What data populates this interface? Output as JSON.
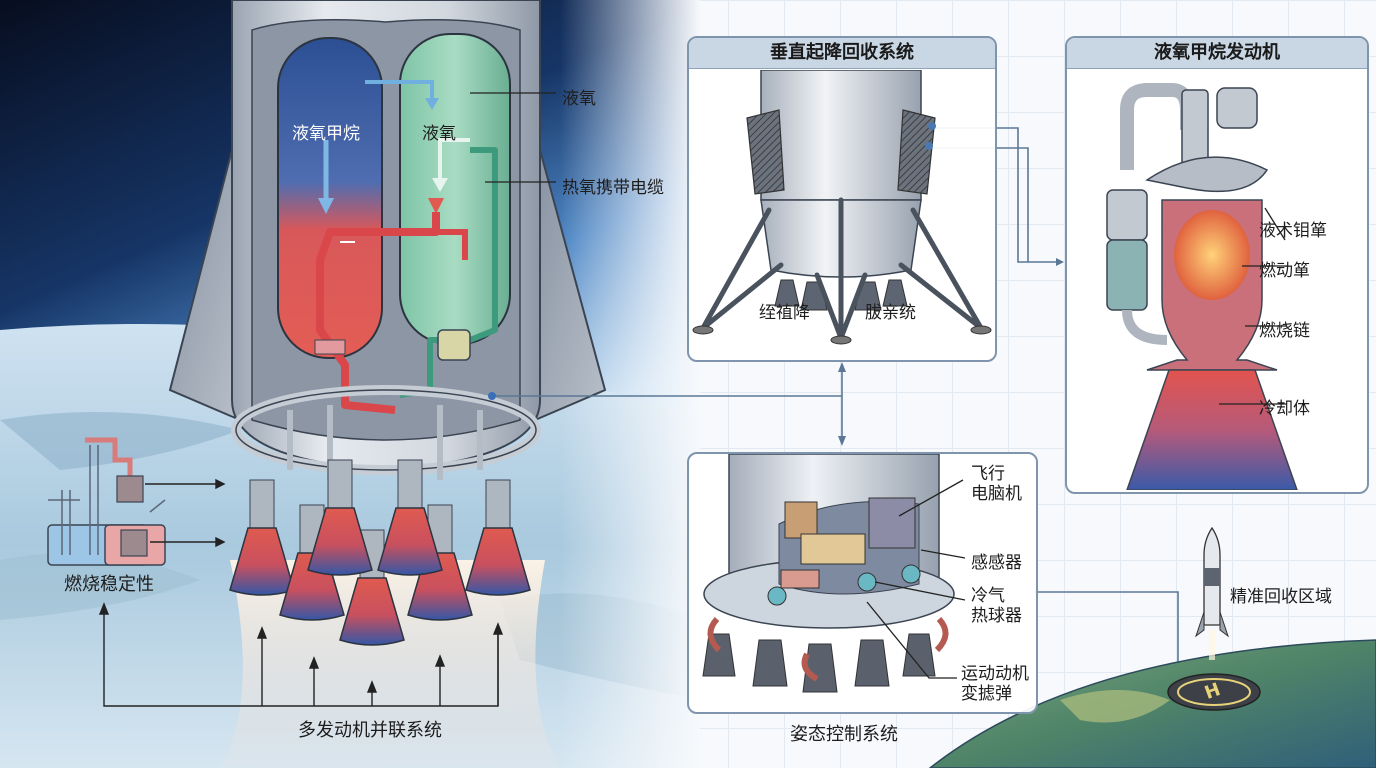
{
  "colors": {
    "space_dark": "#0b1226",
    "space_blue": "#2d5f9a",
    "fuel_blue": "#2f5fa8",
    "hot_red": "#d9474a",
    "lox_green": "#5fb394",
    "panel_header": "#c9d7e4",
    "panel_border": "#7f95ad",
    "leader_line": "#5a7896",
    "pipe_grey": "#b9c0c8"
  },
  "main_rocket": {
    "tank_left_label": "液氧甲烷",
    "tank_right_label": "液氧",
    "callout_lox": "液氧",
    "callout_cable": "热氧携带电缆",
    "combustion_stability_label": "燃烧稳定性",
    "multi_engine_label": "多发动机并联系统",
    "engine_count": 7
  },
  "panels": {
    "landing": {
      "title": "垂直起降回收系统",
      "caption_left": "绖禃降",
      "caption_right": "胈亲统"
    },
    "engine": {
      "title": "液氧甲烷发动机",
      "callouts": [
        "液术钼箪",
        "燃动箪",
        "燃烧链",
        "冷却体"
      ]
    },
    "attitude": {
      "title": "姿态控制系统",
      "callouts": [
        {
          "line1": "飞行",
          "line2": "电脑机"
        },
        {
          "line1": "感感器",
          "line2": ""
        },
        {
          "line1": "冷气",
          "line2": "热球器"
        },
        {
          "line1": "运动动机",
          "line2": "変摅弹"
        }
      ]
    }
  },
  "recovery": {
    "label": "精准回收区域",
    "pad_symbol": "H"
  }
}
